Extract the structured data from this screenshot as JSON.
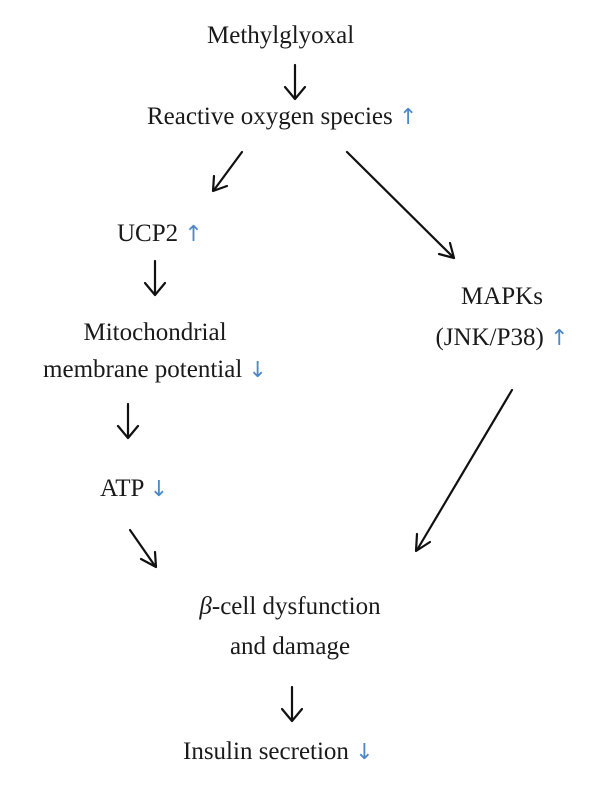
{
  "nodes": {
    "methylglyoxal": {
      "text": "Methylglyoxal"
    },
    "ros": {
      "text": "Reactive oxygen species",
      "change": "↑"
    },
    "ucp2": {
      "text": "UCP2",
      "change": "↑"
    },
    "mapks": {
      "line1": "MAPKs",
      "line2": "(JNK/P38)",
      "change": "↑"
    },
    "mito": {
      "line1": "Mitochondrial",
      "line2": "membrane potential",
      "change": "↓"
    },
    "atp": {
      "text": "ATP",
      "change": "↓"
    },
    "beta_cell": {
      "symbol": "β",
      "line1": "-cell dysfunction",
      "line2": "and damage"
    },
    "insulin": {
      "text": "Insulin secretion",
      "change": "↓"
    }
  },
  "colors": {
    "indicator": "#4f88c6",
    "text": "#1a1a1a",
    "arrow": "#111111"
  }
}
